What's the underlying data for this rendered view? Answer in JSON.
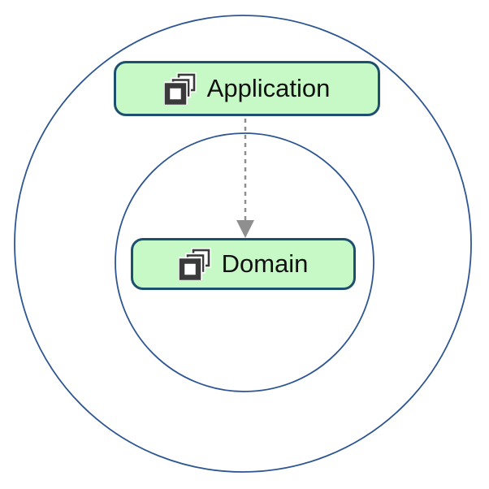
{
  "diagram": {
    "title": "layered architecture diagram",
    "rings": [
      {
        "id": "outer-circle"
      },
      {
        "id": "inner-circle"
      }
    ],
    "nodes": [
      {
        "id": "application",
        "label": "Application",
        "icon": "stacked-squares-icon"
      },
      {
        "id": "domain",
        "label": "Domain",
        "icon": "stacked-squares-icon"
      }
    ],
    "edges": [
      {
        "from": "application",
        "to": "domain",
        "style": "dashed-arrow"
      }
    ]
  },
  "colors": {
    "node_fill": "#c7f9c7",
    "node_border": "#1d4f6e",
    "circle_stroke": "#2e5693",
    "arrow": "#8f8f8f",
    "text": "#111111"
  }
}
